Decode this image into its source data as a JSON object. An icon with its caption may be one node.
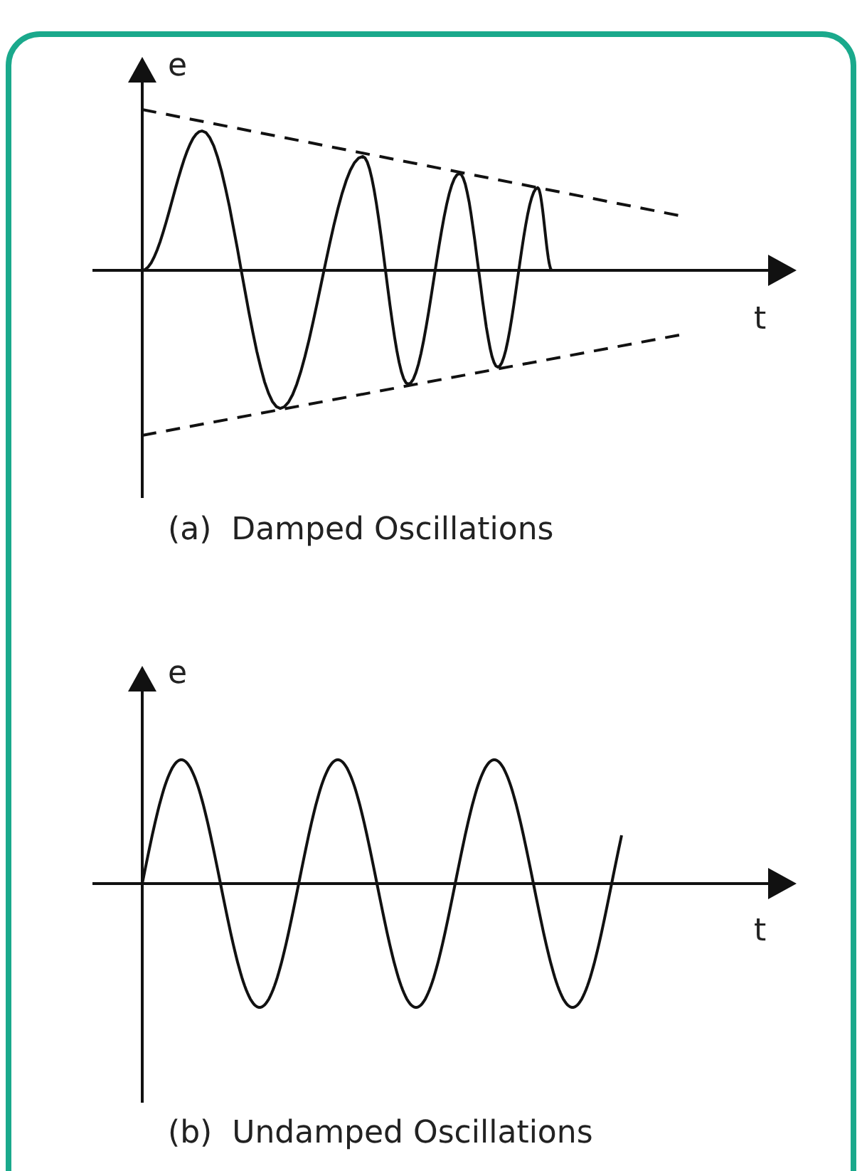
{
  "diagram": {
    "labels": [
      "e",
      "t",
      "(a)  Damped Oscillations",
      "e",
      "t",
      "(b)  Undamped Oscillations"
    ]
  }
}
